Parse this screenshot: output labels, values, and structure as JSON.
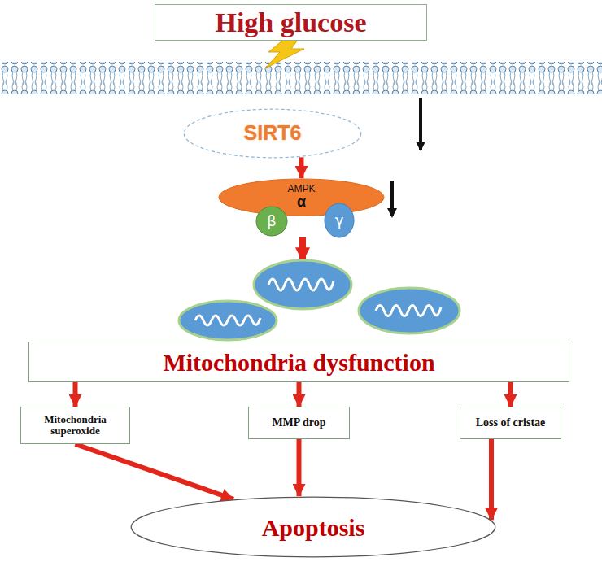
{
  "diagram": {
    "nodes": [
      {
        "text": [
          "High glucose"
        ]
      },
      {
        "text": [
          "SIRT6"
        ]
      },
      {
        "text": [
          "AMPK",
          "α"
        ]
      },
      {
        "text": [
          "β"
        ]
      },
      {
        "text": [
          "γ"
        ]
      },
      {
        "text": [
          "Mitochondria dysfunction"
        ]
      },
      {
        "text": [
          "Mitochondria superoxide"
        ]
      },
      {
        "text": [
          "MMP drop"
        ]
      },
      {
        "text": [
          "Loss of cristae"
        ]
      },
      {
        "text": [
          "Apoptosis"
        ]
      }
    ],
    "edges": [
      {
        "from": 1,
        "to": 2,
        "arrow": "to"
      },
      {
        "from": 5,
        "to": 6,
        "arrow": "to"
      },
      {
        "from": 5,
        "to": 7,
        "arrow": "to"
      },
      {
        "from": 5,
        "to": 8,
        "arrow": "to"
      },
      {
        "from": 6,
        "to": 9,
        "arrow": "to"
      },
      {
        "from": 7,
        "to": 9,
        "arrow": "to"
      },
      {
        "from": 8,
        "to": 9,
        "arrow": "to"
      }
    ]
  }
}
